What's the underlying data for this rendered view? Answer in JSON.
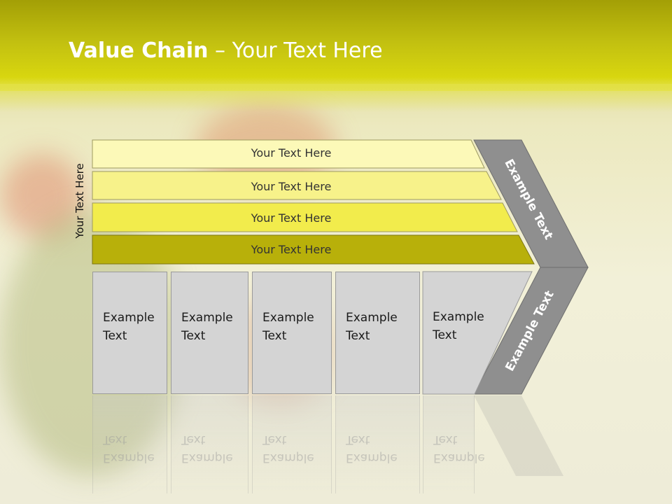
{
  "title": {
    "bold": "Value Chain",
    "rest": " – Your Text Here"
  },
  "side_label": "Your Text Here",
  "bars": [
    {
      "label": "Your Text Here",
      "color": "#fcf9b8"
    },
    {
      "label": "Your Text Here",
      "color": "#f7f28a"
    },
    {
      "label": "Your Text Here",
      "color": "#f2ec4c"
    },
    {
      "label": "Your Text Here",
      "color": "#b8b00a"
    }
  ],
  "boxes": [
    {
      "label": "Example\nText"
    },
    {
      "label": "Example\nText"
    },
    {
      "label": "Example\nText"
    },
    {
      "label": "Example\nText"
    },
    {
      "label": "Example\nText"
    }
  ],
  "chevron": {
    "upper": "Example Text",
    "lower": "Example Text",
    "color": "#8f8f8f"
  }
}
